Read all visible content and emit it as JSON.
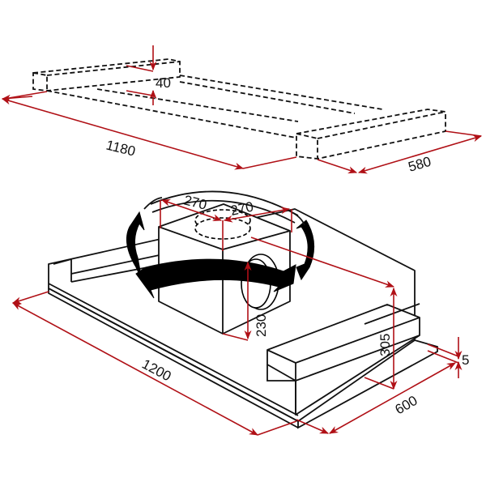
{
  "diagram": {
    "subject": "cooker hood installation dimensions",
    "colors": {
      "outline": "#111111",
      "dimension": "#b01016",
      "airflow_arrows": "#000000",
      "background": "#ffffff"
    },
    "mounting_frame": {
      "style": "dashed",
      "dimensions": {
        "height": "40",
        "length": "1180",
        "depth": "580"
      }
    },
    "hood": {
      "style": "solid",
      "motor_box": {
        "outlet_offset_left": "270",
        "outlet_offset_right": "270",
        "side_outlet_height": "230"
      },
      "dimensions": {
        "width": "1200",
        "depth": "600",
        "height": "305",
        "lip": "5"
      }
    }
  }
}
